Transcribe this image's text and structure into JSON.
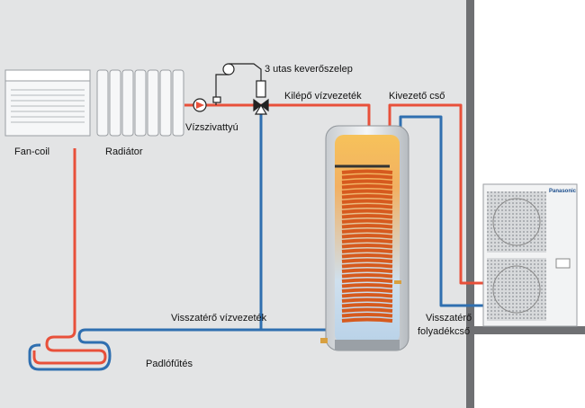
{
  "labels": {
    "fan_coil": "Fan-coil",
    "radiator": "Radiátor",
    "pump": "Vízszivattyú",
    "mixing_valve": "3 utas keverőszelep",
    "flow_pipe": "Kilépő vízvezeték",
    "outlet_pipe": "Kivezető cső",
    "return_water_pipe": "Visszatérő vízvezeték",
    "return_refrigerant_line1": "Visszatérő",
    "return_refrigerant_line2": "folyadékcső",
    "floor_heating": "Padlófűtés"
  },
  "outdoor_unit_brand": "Panasonic",
  "colors": {
    "background": "#e3e4e5",
    "hot_pipe": "#e8503a",
    "cold_pipe": "#2f6fb0",
    "outdoor_area": "#ffffff",
    "wall": "#6f7073"
  }
}
